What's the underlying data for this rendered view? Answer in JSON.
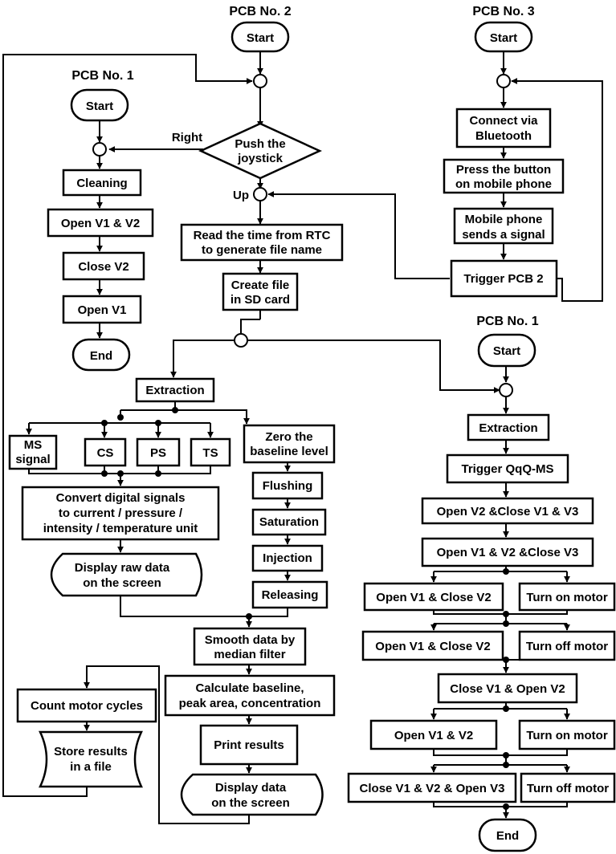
{
  "headers": {
    "pcb2": "PCB No. 2",
    "pcb3": "PCB No. 3",
    "pcb1_top": "PCB No. 1",
    "pcb1_bottom": "PCB No. 1"
  },
  "pcb2": {
    "start": "Start",
    "decision": [
      "Push the",
      "joystick"
    ],
    "label_right": "Right",
    "label_up": "Up",
    "read_time": [
      "Read the time from RTC",
      "to generate file name"
    ],
    "create_file": [
      "Create file",
      "in SD card"
    ],
    "extraction": "Extraction",
    "ms_signal": [
      "MS",
      "signal"
    ],
    "cs": "CS",
    "ps": "PS",
    "ts": "TS",
    "convert": [
      "Convert digital signals",
      "to current / pressure /",
      "intensity / temperature unit"
    ],
    "display_raw": [
      "Display raw data",
      "on the screen"
    ],
    "zero": [
      "Zero the",
      "baseline level"
    ],
    "flushing": "Flushing",
    "saturation": "Saturation",
    "injection": "Injection",
    "releasing": "Releasing",
    "smooth": [
      "Smooth data by",
      "median filter"
    ],
    "calculate": [
      "Calculate baseline,",
      "peak area, concentration"
    ],
    "print": "Print results",
    "display_data": [
      "Display data",
      "on the screen"
    ],
    "count": "Count motor cycles",
    "store": [
      "Store results",
      "in a file"
    ]
  },
  "pcb1_top": {
    "start": "Start",
    "cleaning": "Cleaning",
    "open_v1_v2": "Open V1 & V2",
    "close_v2": "Close V2",
    "open_v1": "Open V1",
    "end": "End"
  },
  "pcb3": {
    "start": "Start",
    "connect": [
      "Connect via",
      "Bluetooth"
    ],
    "press": [
      "Press the button",
      "on mobile phone"
    ],
    "mobile": [
      "Mobile phone",
      "sends a signal"
    ],
    "trigger": "Trigger PCB 2"
  },
  "pcb1_bottom": {
    "start": "Start",
    "extraction": "Extraction",
    "trigger_qqq": "Trigger QqQ-MS",
    "step1": "Open V2 &Close V1 & V3",
    "step2": "Open V1 & V2 &Close V3",
    "open_v1_close_v2_a": "Open V1 & Close V2",
    "turn_on_motor_a": "Turn on motor",
    "open_v1_close_v2_b": "Open V1 & Close V2",
    "turn_off_motor_a": "Turn off motor",
    "close_v1_open_v2": "Close V1 & Open V2",
    "open_v1_v2": "Open V1 & V2",
    "turn_on_motor_b": "Turn on motor",
    "close_all_open_v3": "Close V1 & V2 & Open V3",
    "turn_off_motor_b": "Turn off motor",
    "end": "End"
  }
}
